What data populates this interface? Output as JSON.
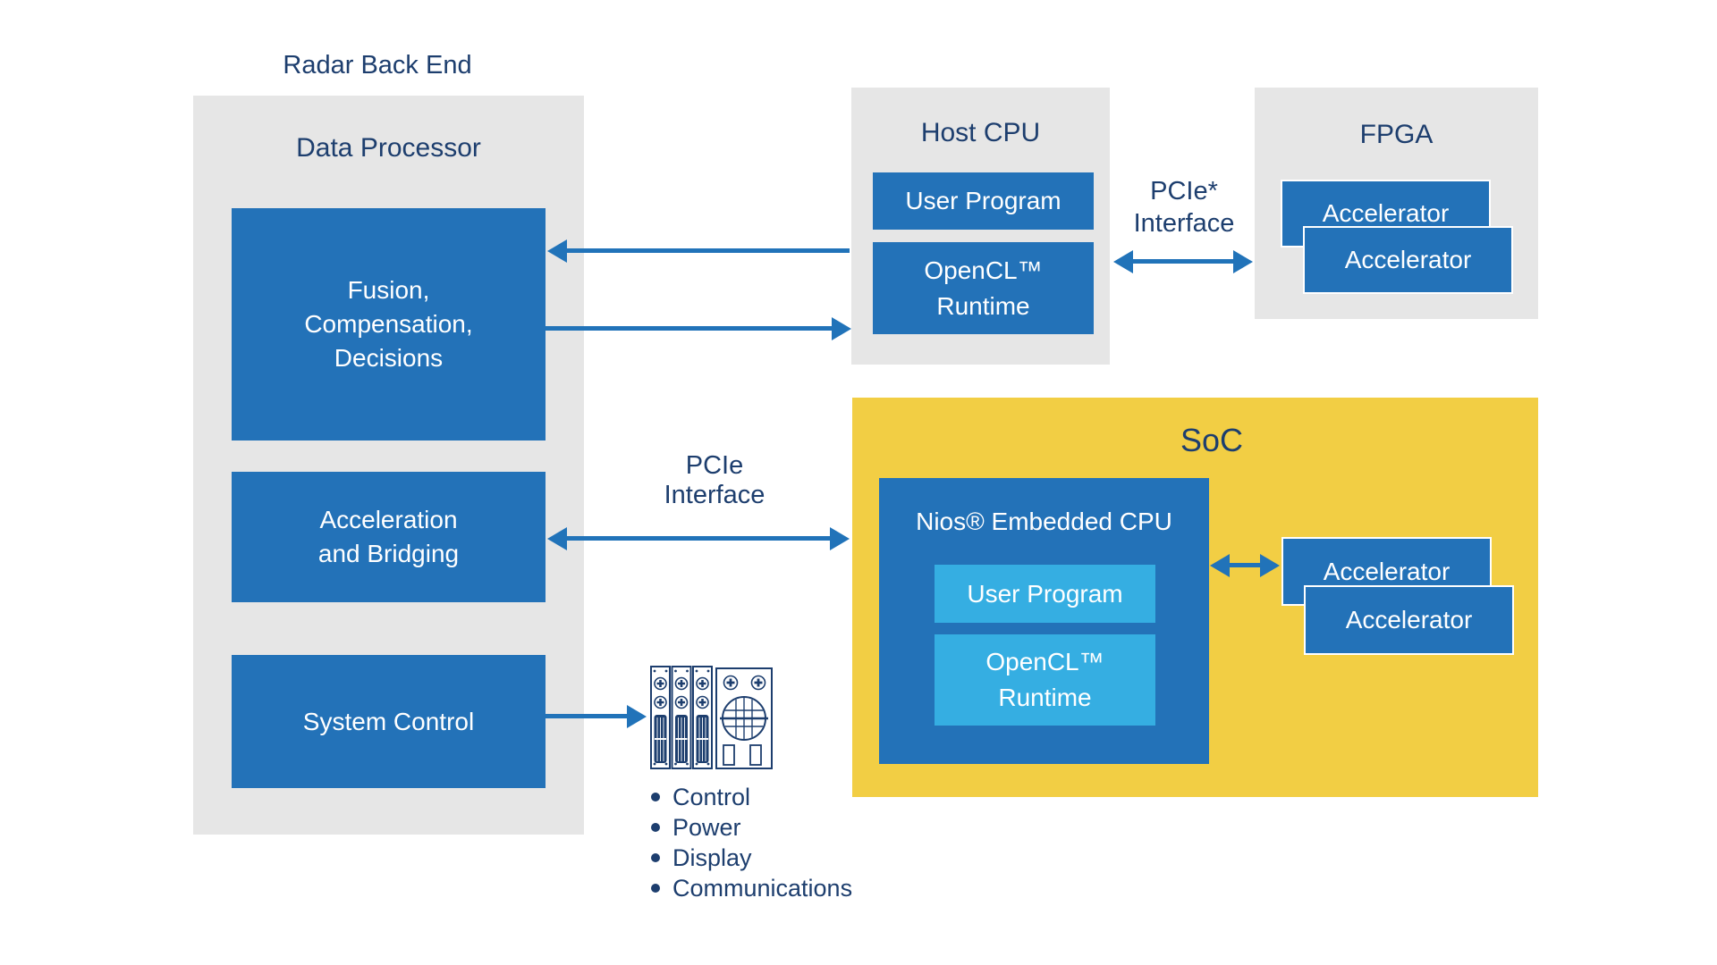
{
  "colors": {
    "box_blue": "#2372B8",
    "light_blue": "#35AEE2",
    "panel_gray": "#E6E6E6",
    "soc_yellow": "#F2CE44",
    "text_navy": "#1D3E6E",
    "arrow_blue": "#2173B9",
    "box_text": "#FFFFFF"
  },
  "radar_back_end_label": "Radar Back End",
  "data_processor": {
    "label": "Data Processor",
    "fusion_lines": [
      "Fusion,",
      "Compensation,",
      "Decisions"
    ],
    "acceleration_lines": [
      "Acceleration",
      "and Bridging"
    ],
    "system_control_label": "System Control"
  },
  "host_cpu": {
    "label": "Host CPU",
    "user_program_label": "User Program",
    "opencl_lines": [
      "OpenCL™",
      "Runtime"
    ]
  },
  "pcie_host_fpga": {
    "lines": [
      "PCIe*",
      "Interface"
    ]
  },
  "fpga": {
    "label": "FPGA",
    "accelerator_labels": [
      "Accelerator",
      "Accelerator"
    ]
  },
  "pcie_dp_soc": {
    "lines": [
      "PCIe",
      "Interface"
    ]
  },
  "soc": {
    "label": "SoC",
    "nios_label": "Nios® Embedded CPU",
    "user_program_label": "User Program",
    "opencl_lines": [
      "OpenCL™",
      "Runtime"
    ],
    "accelerator_labels": [
      "Accelerator",
      "Accelerator"
    ]
  },
  "system_io": {
    "items": [
      "Control",
      "Power",
      "Display",
      "Communications"
    ]
  }
}
